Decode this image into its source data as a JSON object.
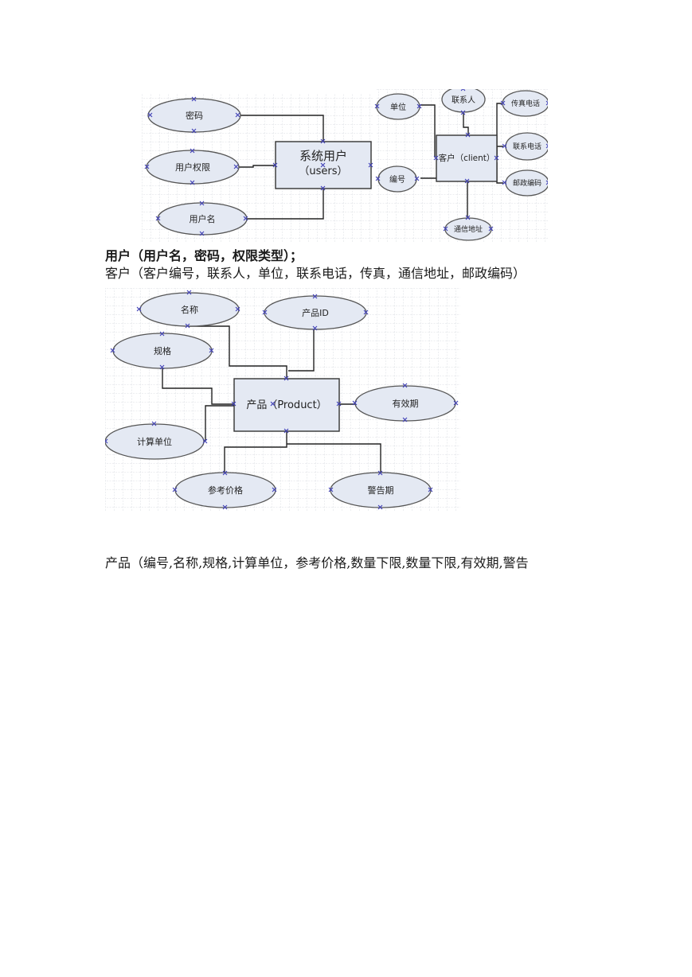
{
  "figure1": {
    "users_entity": {
      "line1": "系统用户",
      "line2": "（users）"
    },
    "users_attrs": {
      "password": "密码",
      "permission": "用户权限",
      "username": "用户名"
    },
    "client_entity": {
      "label": "客户（client）"
    },
    "client_attrs": {
      "unit": "单位",
      "contact": "联系人",
      "fax": "传真电话",
      "number": "编号",
      "phone": "联系电话",
      "postcode": "邮政编码",
      "address": "通信地址"
    }
  },
  "text": {
    "users_schema": "用户（用户名，密码，权限类型）；",
    "client_schema": "客户（客户编号，联系人，单位，联系电话，传真，通信地址，邮政编码）",
    "product_schema": "产品（编号,名称,规格,计算单位，参考价格,数量下限,数量下限,有效期,警告"
  },
  "figure2": {
    "product_entity": {
      "label": "产品（Product）"
    },
    "product_attrs": {
      "name": "名称",
      "product_id": "产品ID",
      "spec": "规格",
      "expiry": "有效期",
      "unit": "计算单位",
      "ref_price": "参考价格",
      "warn_period": "警告期"
    }
  }
}
